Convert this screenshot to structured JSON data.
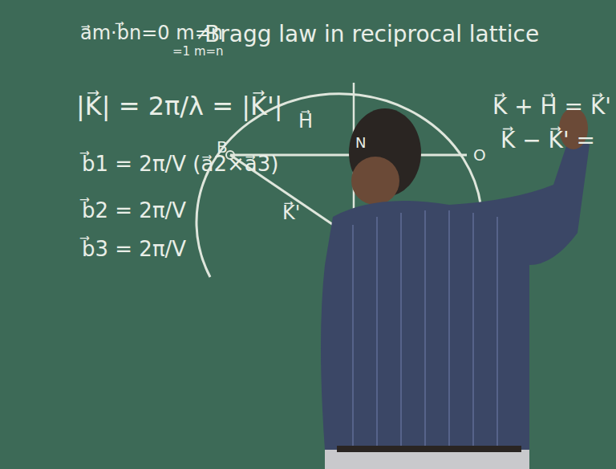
{
  "diagram": {
    "title": "Bragg law in reciprocal lattice",
    "labels": [
      "a⃗m·b⃗n=0 m≠n",
      "=1 m=n",
      "|K⃗| = 2π/λ = |K⃗'|",
      "b⃗1 = 2π/V (a⃗2×a⃗3)",
      "b⃗2 = 2π/V",
      "b⃗3 = 2π/V",
      "B",
      "H⃗",
      "N",
      "O",
      "K⃗'",
      "K⃗ + H⃗ = K⃗'",
      "K⃗ − K⃗' ="
    ]
  }
}
